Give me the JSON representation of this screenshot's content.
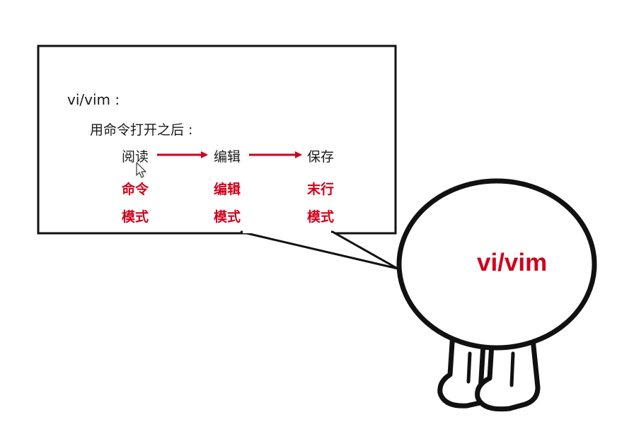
{
  "bubble": {
    "title": "vi/vim :",
    "subtitle": "用命令打开之后 :",
    "steps": [
      "阅读",
      "编辑",
      "保存"
    ],
    "modes": [
      {
        "line1": "命令",
        "line2": "模式"
      },
      {
        "line1": "编辑",
        "line2": "模式"
      },
      {
        "line1": "末行",
        "line2": "模式"
      }
    ]
  },
  "character": {
    "label": "vi/vim"
  },
  "colors": {
    "accent": "#d0021b",
    "text": "#1a1a1a",
    "outline": "#111111"
  }
}
